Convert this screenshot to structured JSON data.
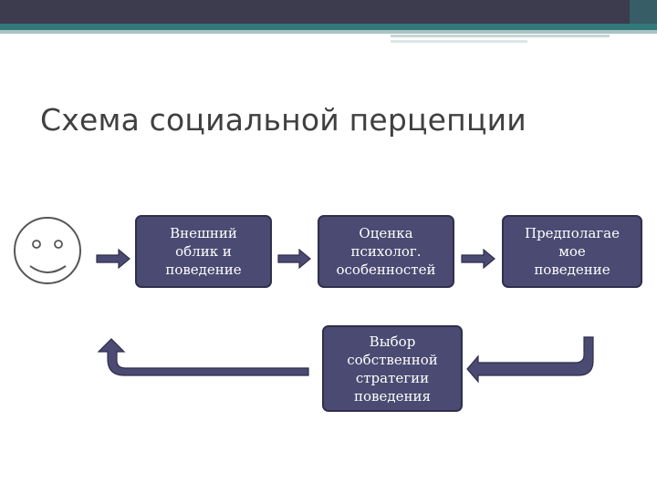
{
  "title": "Схема социальной перцепции",
  "nodes": [
    {
      "id": "appearance",
      "text": "Внешний\nоблик и\nповедение"
    },
    {
      "id": "assessment",
      "text": "Оценка\nпсихолог.\nособенностей"
    },
    {
      "id": "assumed",
      "text": "Предполагае\nмое\nповедение"
    },
    {
      "id": "choice",
      "text": "Выбор\nсобственной\nстратегии\nповедения"
    }
  ],
  "edges": [
    {
      "from": "face",
      "to": "appearance"
    },
    {
      "from": "appearance",
      "to": "assessment"
    },
    {
      "from": "assessment",
      "to": "assumed"
    },
    {
      "from": "assumed",
      "to": "choice"
    },
    {
      "from": "choice",
      "to": "face"
    }
  ],
  "colors": {
    "box_fill": "#4a4a72",
    "box_border": "#2f2f4d",
    "arrow_fill": "#4a4a72",
    "title_text": "#404040",
    "top_bar": "#3c3c4e",
    "top_accent": "#33797a"
  },
  "icons": {
    "face": "smiley-face-icon"
  }
}
